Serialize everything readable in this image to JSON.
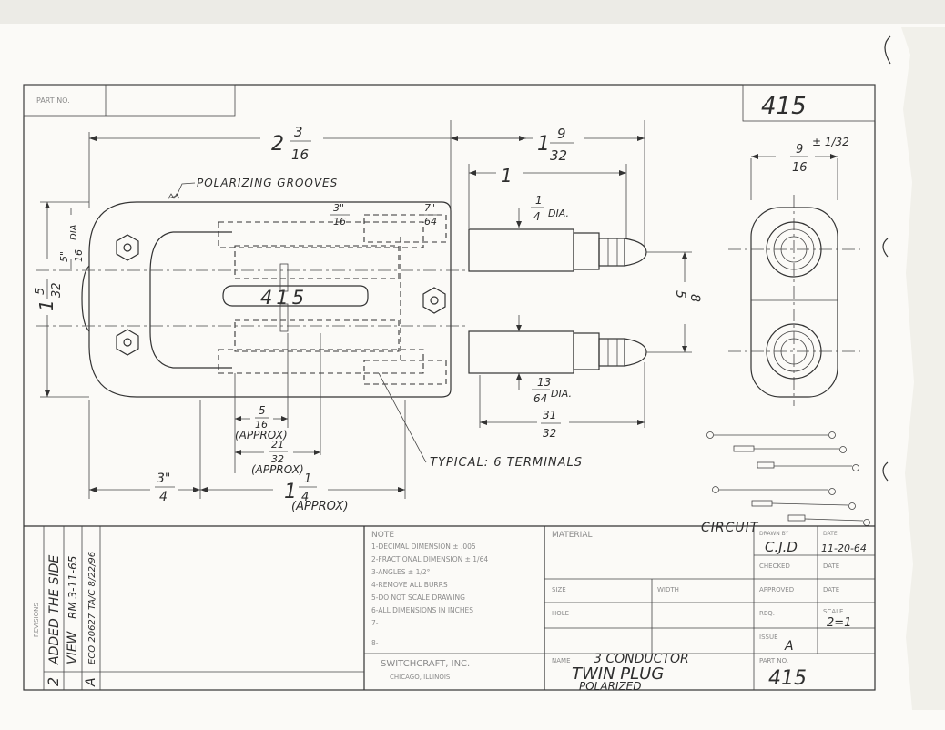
{
  "title_block": {
    "part_no_label": "PART NO.",
    "part_number_top": "415",
    "part_number_bottom": "415",
    "note_heading": "NOTE",
    "notes": [
      "1-DECIMAL DIMENSION ± .005",
      "2-FRACTIONAL DIMENSION ± 1/64",
      "3-ANGLES ± 1/2°",
      "4-REMOVE ALL BURRS",
      "5-DO NOT SCALE DRAWING",
      "6-ALL DIMENSIONS IN INCHES",
      "7-",
      "",
      "8-"
    ],
    "material_label": "MATERIAL",
    "drawn_by_label": "DRAWN BY",
    "drawn_by_value": "C.J.D",
    "date_label": "DATE",
    "date_value": "11-20-64",
    "checked_label": "CHECKED",
    "checked_date_label": "DATE",
    "size_label": "SIZE",
    "width_label": "WIDTH",
    "approved_label": "APPROVED",
    "approved_date_label": "DATE",
    "hole_label": "HOLE",
    "req_label": "REQ.",
    "scale_label": "SCALE",
    "scale_value": "2=1",
    "issue_label": "ISSUE",
    "issue_value": "A",
    "name_label": "NAME",
    "name_line1": "3 CONDUCTOR",
    "name_line2": "TWIN PLUG",
    "name_line3": "POLARIZED",
    "part_no_bottom_label": "PART NO.",
    "company": "SWITCHCRAFT, INC.",
    "company_city": "CHICAGO, ILLINOIS",
    "revisions_label": "REVISIONS",
    "rev_2_number": "2",
    "rev_2_line1": "ADDED THE SIDE",
    "rev_2_line2": "VIEW",
    "rev_2_sig": "RM 3-11-65",
    "rev_a_letter": "A",
    "rev_a_text": "ECO 20627",
    "rev_a_sig": "TA/C 8/22/96"
  },
  "dimensions": {
    "overall_length_whole": "2",
    "overall_length_num": "3",
    "overall_length_den": "16",
    "tip_length_whole": "1",
    "tip_length_num": "9",
    "tip_length_den": "32",
    "sleeve_length": "1",
    "tip_dia_num": "1",
    "tip_dia_den": "4",
    "dia_label": "DIA.",
    "spacing_num": "5",
    "spacing_den": "8",
    "groove_offset_num": "3\"",
    "groove_offset_den": "16",
    "groove_width_num": "7\"",
    "groove_width_den": "64",
    "lug_dia_num": "5\"",
    "lug_dia_den": "16",
    "lug_dia_label": "DIA",
    "body_height_whole": "1",
    "body_height_num": "5",
    "body_height_den": "32",
    "sleeve_dia_num": "13",
    "sleeve_dia_den": "64",
    "sleeve_dia_label": "DIA.",
    "exposed_num": "31",
    "exposed_den": "32",
    "term1_num": "5",
    "term1_den": "16",
    "term2_num": "21",
    "term2_den": "32",
    "approx": "(APPROX)",
    "rear_num": "3\"",
    "rear_den": "4",
    "body_whole": "1",
    "body_num": "1",
    "body_den": "4",
    "side_width_num": "9",
    "side_width_den": "16",
    "side_tol": "± 1/32"
  },
  "labels": {
    "polarizing": "POLARIZING GROOVES",
    "body_marking": "415",
    "typical_terminals": "TYPICAL: 6 TERMINALS",
    "circuit": "CIRCUIT"
  }
}
